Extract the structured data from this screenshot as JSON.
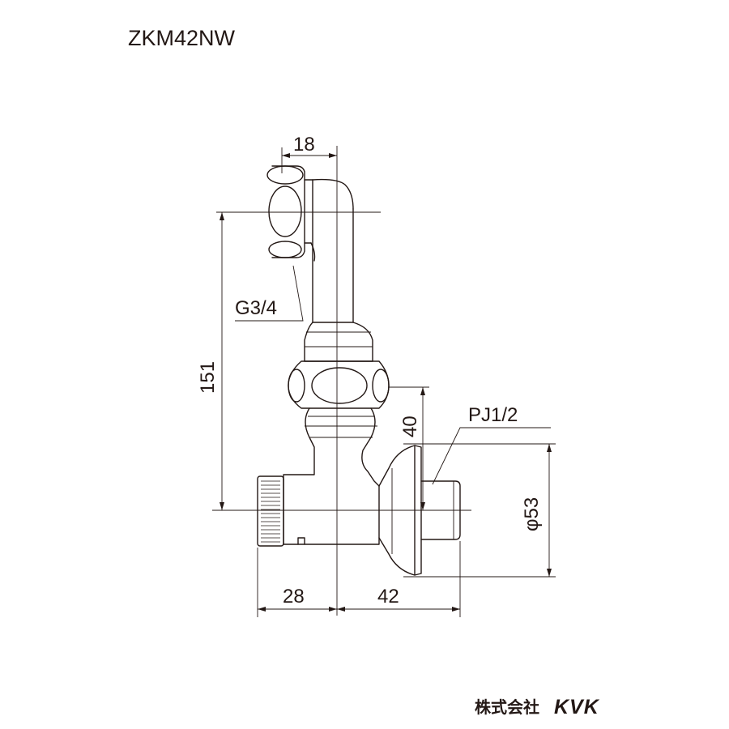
{
  "title": "ZKM42NW",
  "dimensions": {
    "top_width": "18",
    "height": "151",
    "thread": "G3/4",
    "offset": "40",
    "pipe_thread": "PJ1/2",
    "diameter": "φ53",
    "left_width": "28",
    "right_width": "42"
  },
  "brand": {
    "company": "株式会社",
    "logo_text": "KVK"
  }
}
